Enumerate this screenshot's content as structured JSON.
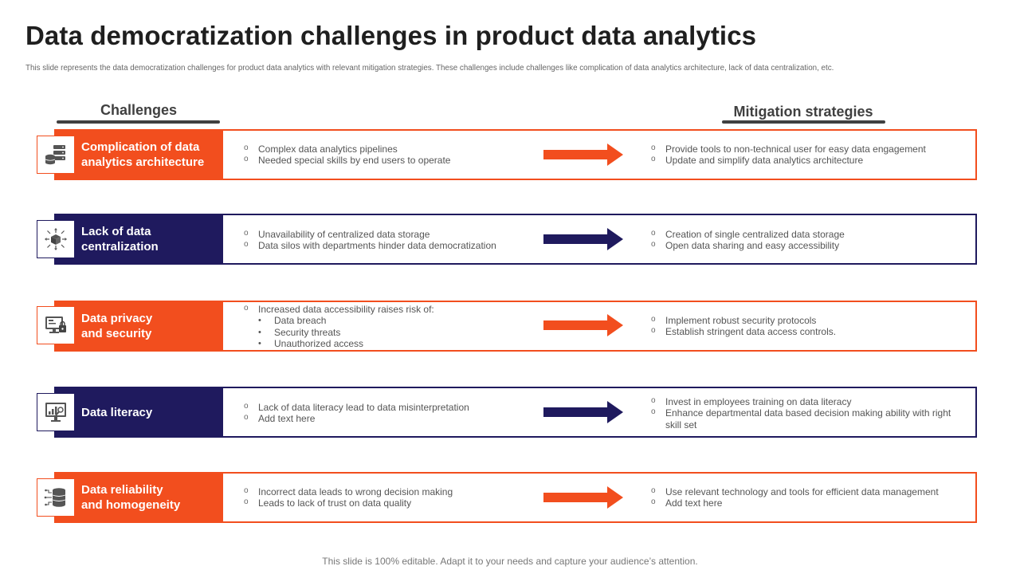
{
  "title": "Data democratization challenges in product data analytics",
  "subtitle": "This slide represents the data democratization challenges for product data analytics with relevant mitigation strategies. These challenges include challenges like complication of data analytics architecture, lack of data centralization, etc.",
  "headers": {
    "challenges": "Challenges",
    "mitigation": "Mitigation strategies"
  },
  "colors": {
    "orange": "#f24e1e",
    "navy": "#1f1a5e"
  },
  "rows": [
    {
      "label_line1": "Complication of data",
      "label_line2": "analytics architecture",
      "icon": "server-database-icon",
      "challenges": [
        "Complex data analytics pipelines",
        "Needed special skills by end users to operate"
      ],
      "mitigation": [
        "Provide tools to non-technical user for easy data engagement",
        "Update and simplify data analytics architecture"
      ]
    },
    {
      "label_line1": "Lack of data",
      "label_line2": "centralization",
      "icon": "centralized-cube-icon",
      "challenges": [
        "Unavailability of centralized data storage",
        "Data silos with departments hinder data democratization"
      ],
      "mitigation": [
        "Creation of single centralized data storage",
        "Open data sharing and easy accessibility"
      ]
    },
    {
      "label_line1": "Data privacy",
      "label_line2": "and security",
      "icon": "secure-monitor-icon",
      "challenges_intro": "Increased data accessibility raises risk of:",
      "challenges_sub": [
        "Data breach",
        "Security threats",
        "Unauthorized access"
      ],
      "mitigation": [
        "Implement robust security protocols",
        "Establish stringent data access controls."
      ]
    },
    {
      "label_line1": "Data literacy",
      "label_line2": "",
      "icon": "analytics-presentation-icon",
      "challenges": [
        "Lack of data literacy lead to data misinterpretation",
        "Add text here"
      ],
      "mitigation": [
        "Invest in employees training on data literacy",
        "Enhance departmental data based decision making ability with right skill set"
      ]
    },
    {
      "label_line1": "Data reliability",
      "label_line2": "and homogeneity",
      "icon": "database-network-icon",
      "challenges": [
        "Incorrect data leads to wrong decision making",
        "Leads to lack of trust on data quality"
      ],
      "mitigation": [
        "Use relevant technology and tools for efficient data management",
        "Add text here"
      ]
    }
  ],
  "footer": "This slide is 100% editable. Adapt it to your needs and capture your audience’s attention."
}
